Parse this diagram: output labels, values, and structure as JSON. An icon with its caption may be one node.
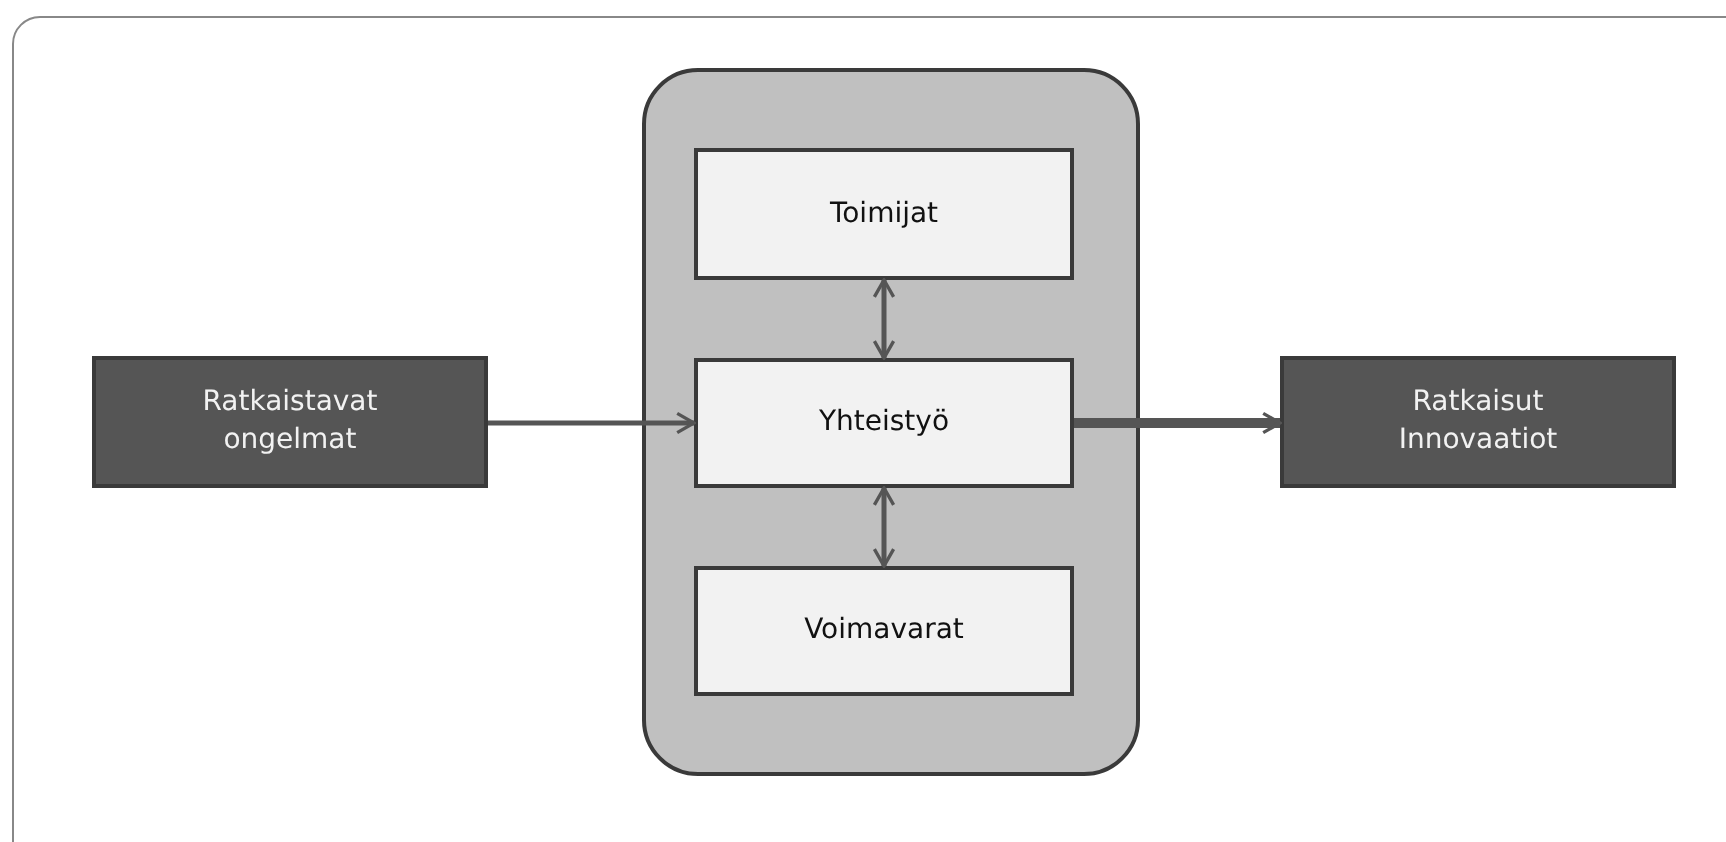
{
  "diagram": {
    "nodes": [
      {
        "text": [
          "Ratkaistavat ongelmat"
        ]
      },
      {
        "text": [],
        "shape": "box"
      },
      {
        "text": [
          "Toimijat"
        ],
        "in": 1
      },
      {
        "text": [
          "Yhteistyö"
        ],
        "in": 1
      },
      {
        "text": [
          "Voimavarat"
        ],
        "in": 1
      },
      {
        "text": [
          "Ratkaisut Innovaatiot"
        ]
      }
    ],
    "edges": [
      {
        "from": 0,
        "to": 3,
        "arrow": "to"
      },
      {
        "from": 2,
        "to": 3,
        "arrow": "both"
      },
      {
        "from": 3,
        "to": 4,
        "arrow": "both"
      },
      {
        "from": 3,
        "to": 5,
        "arrow": "to",
        "style": "thick"
      }
    ]
  }
}
